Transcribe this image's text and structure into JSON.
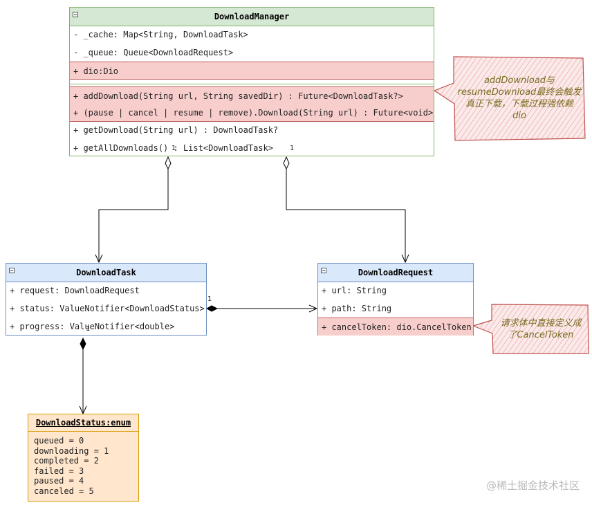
{
  "download_manager": {
    "title": "DownloadManager",
    "rows": [
      "- _cache:  Map<String, DownloadTask>",
      "- _queue: Queue<DownloadRequest>",
      "+ dio:Dio",
      "+ addDownload(String url, String savedDir) : Future<DownloadTask?>",
      "+ (pause | cancel | resume | remove).Download(String url) : Future<void>",
      "+ getDownload(String url) : DownloadTask?",
      "+ getAllDownloads()  :  List<DownloadTask>"
    ]
  },
  "download_task": {
    "title": "DownloadTask",
    "rows": [
      "+ request: DownloadRequest",
      "+ status: ValueNotifier<DownloadStatus>",
      "+ progress: ValueNotifier<double>"
    ]
  },
  "download_request": {
    "title": "DownloadRequest",
    "rows": [
      "+ url: String",
      "+ path: String",
      "+ cancelToken: dio.CancelToken"
    ]
  },
  "download_status": {
    "title": "DownloadStatus:enum",
    "values": [
      "queued = 0",
      "downloading = 1",
      "completed = 2",
      "failed = 3",
      "paused = 4",
      "canceled = 5"
    ]
  },
  "notes": {
    "note1": [
      "addDownload与",
      "resumeDownload最终会触发",
      "真正下载，下载过程强依赖",
      "dio"
    ],
    "note2": [
      "请求体中直接定义成",
      "了CancelToken"
    ]
  },
  "multiplicities": {
    "dm_task": "1",
    "dm_request": "1",
    "task_request": "1",
    "task_status": "1"
  },
  "watermark": "@稀土掘金技术社区",
  "colors": {
    "green_fill": "#d5e8d4",
    "green_stroke": "#82b366",
    "blue_fill": "#dae8fc",
    "blue_stroke": "#6c8ebf",
    "red_fill": "#f8cecc",
    "red_stroke": "#b85450",
    "orange_fill": "#ffe6cc",
    "orange_stroke": "#d79b00"
  }
}
